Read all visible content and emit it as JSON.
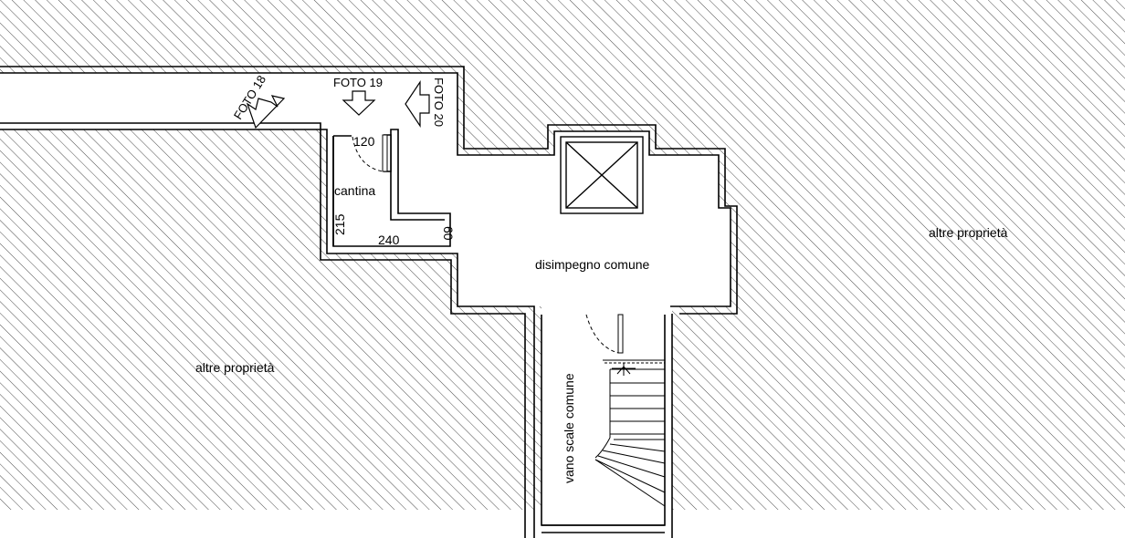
{
  "labels": {
    "foto_18": "FOTO 18",
    "foto_19": "FOTO 19",
    "foto_20": "FOTO 20",
    "dim_120": "120",
    "cantina": "cantina",
    "dim_215": "215",
    "dim_240": "240",
    "dim_60": "60",
    "disimpegno": "disimpegno comune",
    "altre_right": "altre proprietà",
    "altre_left": "altre proprietà",
    "vano_scale": "vano scale comune"
  },
  "colors": {
    "line": "#000000",
    "hatch": "#000000",
    "background": "#ffffff"
  }
}
